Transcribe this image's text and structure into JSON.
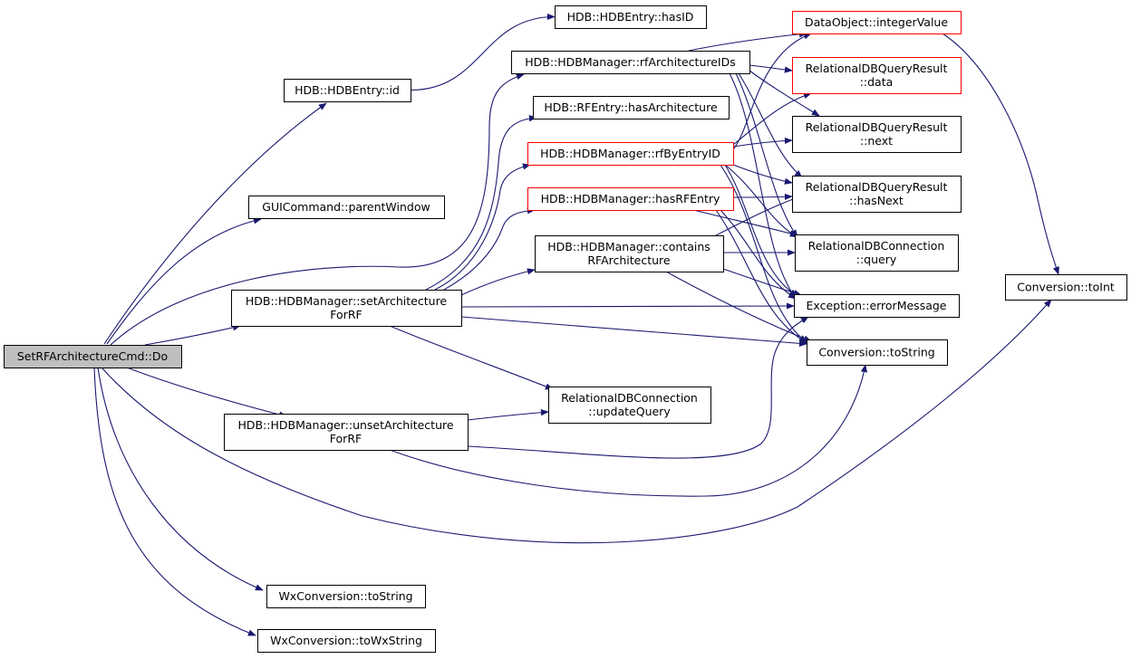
{
  "diagram": {
    "colors": {
      "edge": "#191970",
      "border_default": "#000000",
      "border_truncated": "#ff0000",
      "root_fill": "#bfbfbf",
      "node_fill": "#ffffff"
    },
    "nodes": {
      "root": {
        "lines": [
          "SetRFArchitectureCmd::Do"
        ],
        "variant": "root"
      },
      "hdbentry_id": {
        "lines": [
          "HDB::HDBEntry::id"
        ],
        "variant": "normal"
      },
      "guicmd_parent": {
        "lines": [
          "GUICommand::parentWindow"
        ],
        "variant": "normal"
      },
      "set_arch": {
        "lines": [
          "HDB::HDBManager::setArchitecture",
          "ForRF"
        ],
        "variant": "normal"
      },
      "unset_arch": {
        "lines": [
          "HDB::HDBManager::unsetArchitecture",
          "ForRF"
        ],
        "variant": "normal"
      },
      "wx_tostring": {
        "lines": [
          "WxConversion::toString"
        ],
        "variant": "normal"
      },
      "wx_towx": {
        "lines": [
          "WxConversion::toWxString"
        ],
        "variant": "normal"
      },
      "hdbentry_hasid": {
        "lines": [
          "HDB::HDBEntry::hasID"
        ],
        "variant": "normal"
      },
      "rf_arch_ids": {
        "lines": [
          "HDB::HDBManager::rfArchitectureIDs"
        ],
        "variant": "normal"
      },
      "rfentry_hasarch": {
        "lines": [
          "HDB::RFEntry::hasArchitecture"
        ],
        "variant": "normal"
      },
      "rf_by_entry": {
        "lines": [
          "HDB::HDBManager::rfByEntryID"
        ],
        "variant": "truncated"
      },
      "has_rf_entry": {
        "lines": [
          "HDB::HDBManager::hasRFEntry"
        ],
        "variant": "truncated"
      },
      "contains_rf": {
        "lines": [
          "HDB::HDBManager::contains",
          "RFArchitecture"
        ],
        "variant": "normal"
      },
      "update_query": {
        "lines": [
          "RelationalDBConnection",
          "::updateQuery"
        ],
        "variant": "normal"
      },
      "int_value": {
        "lines": [
          "DataObject::integerValue"
        ],
        "variant": "truncated"
      },
      "qr_data": {
        "lines": [
          "RelationalDBQueryResult",
          "::data"
        ],
        "variant": "truncated"
      },
      "qr_next": {
        "lines": [
          "RelationalDBQueryResult",
          "::next"
        ],
        "variant": "normal"
      },
      "qr_hasnext": {
        "lines": [
          "RelationalDBQueryResult",
          "::hasNext"
        ],
        "variant": "normal"
      },
      "conn_query": {
        "lines": [
          "RelationalDBConnection",
          "::query"
        ],
        "variant": "normal"
      },
      "err_msg": {
        "lines": [
          "Exception::errorMessage"
        ],
        "variant": "normal"
      },
      "conv_tostring": {
        "lines": [
          "Conversion::toString"
        ],
        "variant": "normal"
      },
      "conv_toint": {
        "lines": [
          "Conversion::toInt"
        ],
        "variant": "normal"
      }
    },
    "edges": [
      {
        "from": "root",
        "to": "hdbentry_id"
      },
      {
        "from": "root",
        "to": "guicmd_parent"
      },
      {
        "from": "root",
        "to": "rf_arch_ids"
      },
      {
        "from": "root",
        "to": "set_arch"
      },
      {
        "from": "root",
        "to": "unset_arch"
      },
      {
        "from": "root",
        "to": "conv_toint"
      },
      {
        "from": "root",
        "to": "wx_tostring"
      },
      {
        "from": "root",
        "to": "wx_towx"
      },
      {
        "from": "hdbentry_id",
        "to": "hdbentry_hasid"
      },
      {
        "from": "set_arch",
        "to": "rfentry_hasarch"
      },
      {
        "from": "set_arch",
        "to": "rf_by_entry"
      },
      {
        "from": "set_arch",
        "to": "has_rf_entry"
      },
      {
        "from": "set_arch",
        "to": "contains_rf"
      },
      {
        "from": "set_arch",
        "to": "err_msg"
      },
      {
        "from": "set_arch",
        "to": "conv_tostring"
      },
      {
        "from": "set_arch",
        "to": "update_query"
      },
      {
        "from": "unset_arch",
        "to": "update_query"
      },
      {
        "from": "unset_arch",
        "to": "err_msg"
      },
      {
        "from": "unset_arch",
        "to": "conv_tostring"
      },
      {
        "from": "rf_arch_ids",
        "to": "int_value"
      },
      {
        "from": "rf_arch_ids",
        "to": "qr_data"
      },
      {
        "from": "rf_arch_ids",
        "to": "qr_next"
      },
      {
        "from": "rf_arch_ids",
        "to": "qr_hasnext"
      },
      {
        "from": "rf_arch_ids",
        "to": "conn_query"
      },
      {
        "from": "rf_arch_ids",
        "to": "err_msg"
      },
      {
        "from": "rf_by_entry",
        "to": "qr_next"
      },
      {
        "from": "rf_by_entry",
        "to": "qr_hasnext"
      },
      {
        "from": "rf_by_entry",
        "to": "conn_query"
      },
      {
        "from": "rf_by_entry",
        "to": "err_msg"
      },
      {
        "from": "rf_by_entry",
        "to": "conv_tostring"
      },
      {
        "from": "rf_by_entry",
        "to": "int_value"
      },
      {
        "from": "rf_by_entry",
        "to": "qr_data"
      },
      {
        "from": "has_rf_entry",
        "to": "qr_hasnext"
      },
      {
        "from": "has_rf_entry",
        "to": "conn_query"
      },
      {
        "from": "has_rf_entry",
        "to": "err_msg"
      },
      {
        "from": "has_rf_entry",
        "to": "conv_tostring"
      },
      {
        "from": "contains_rf",
        "to": "conn_query"
      },
      {
        "from": "contains_rf",
        "to": "qr_hasnext"
      },
      {
        "from": "contains_rf",
        "to": "err_msg"
      },
      {
        "from": "contains_rf",
        "to": "conv_tostring"
      },
      {
        "from": "int_value",
        "to": "conv_toint"
      }
    ]
  }
}
